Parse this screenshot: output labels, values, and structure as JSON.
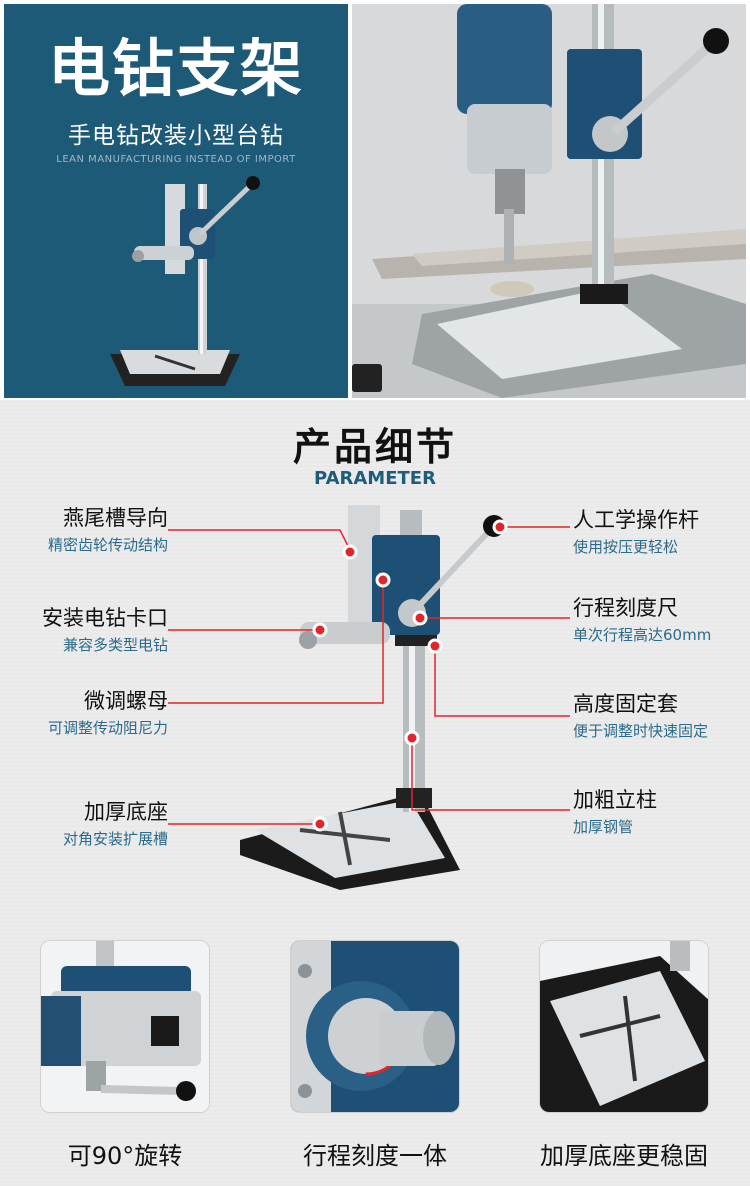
{
  "banner": {
    "title": "电钻支架",
    "subtitle": "手电钻改装小型台钻",
    "subtitle_en": "LEAN MANUFACTURING INSTEAD OF IMPORT"
  },
  "section": {
    "title": "产品细节",
    "subtitle": "PARAMETER"
  },
  "callouts_left": [
    {
      "title": "燕尾槽导向",
      "desc": "精密齿轮传动结构"
    },
    {
      "title": "安装电钻卡口",
      "desc": "兼容多类型电钻"
    },
    {
      "title": "微调螺母",
      "desc": "可调整传动阻尼力"
    },
    {
      "title": "加厚底座",
      "desc": "对角安装扩展槽"
    }
  ],
  "callouts_right": [
    {
      "title": "人工学操作杆",
      "desc": "使用按压更轻松"
    },
    {
      "title": "行程刻度尺",
      "desc": "单次行程高达60mm"
    },
    {
      "title": "高度固定套",
      "desc": "便于调整时快速固定"
    },
    {
      "title": "加粗立柱",
      "desc": "加厚钢管"
    }
  ],
  "thumbnails": [
    {
      "label": "可90°旋转"
    },
    {
      "label": "行程刻度一体"
    },
    {
      "label": "加厚底座更稳固"
    }
  ],
  "colors": {
    "banner_blue": "#1c5a78",
    "accent_red": "#e0262b",
    "machine_blue": "#1e4f74"
  }
}
